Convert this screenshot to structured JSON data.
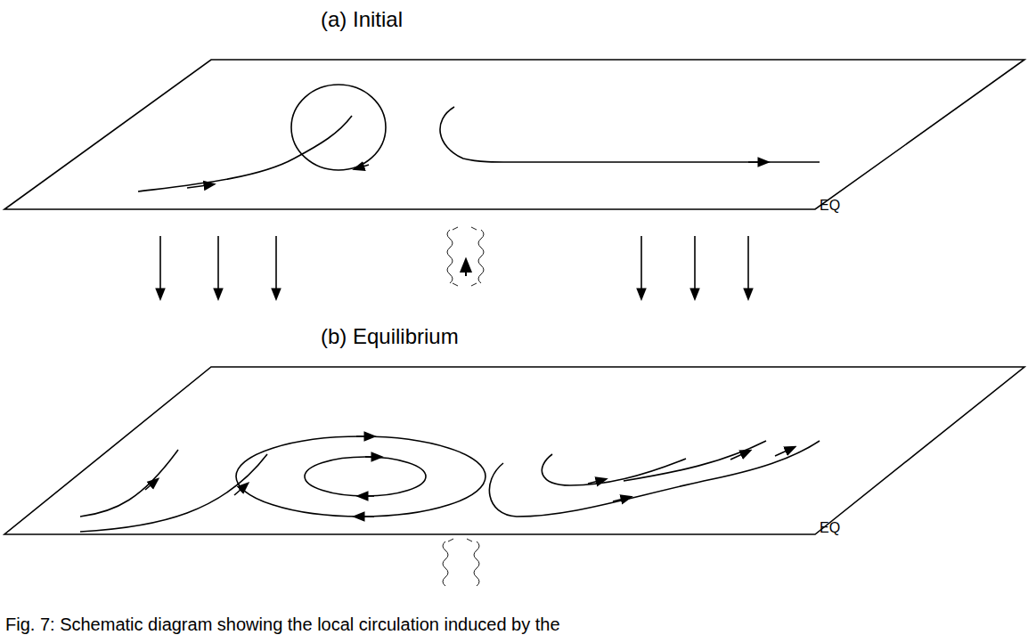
{
  "diagram": {
    "caption": "Fig. 7: Schematic diagram showing the local circulation induced by the",
    "labels": [
      "(a) Initial",
      "(b) Equilibrium",
      "EQ",
      "EQ"
    ]
  }
}
